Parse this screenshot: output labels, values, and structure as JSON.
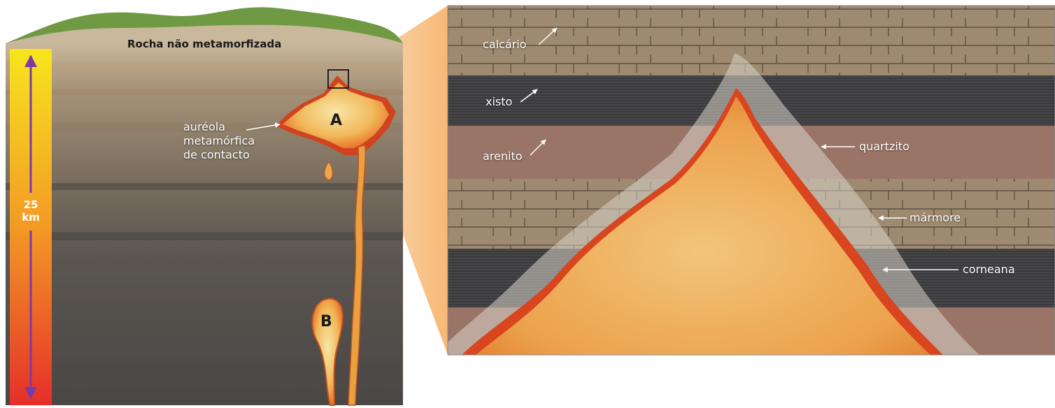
{
  "left_block": {
    "surface_label": "Rocha não metamorfizada",
    "depth_label": "25",
    "depth_unit": "km",
    "intrusion_a": "A",
    "intrusion_b": "B",
    "aureole_label": [
      "auréola",
      "metamórfica",
      "de contacto"
    ]
  },
  "detail": {
    "layers": [
      "calcário",
      "xisto",
      "arenito"
    ],
    "metamorphic": [
      "quartzito",
      "mármore",
      "corneana"
    ]
  },
  "colors": {
    "gradient_top": "#f5e21c",
    "gradient_bottom": "#e8302a",
    "arrow": "#7a3aa8",
    "magma": "#f2b34a",
    "aureole": "#d0431f"
  }
}
